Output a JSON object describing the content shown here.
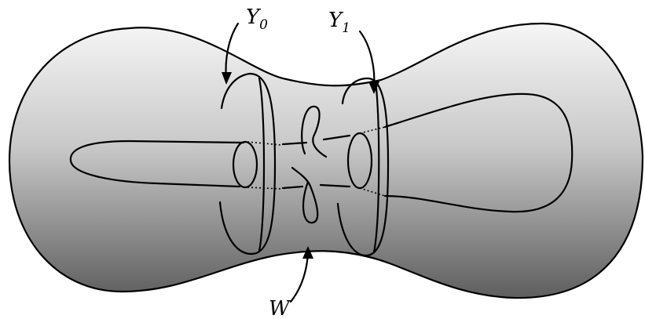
{
  "labels": {
    "y0": {
      "main": "Y",
      "subscript": "0"
    },
    "y1": {
      "main": "Y",
      "subscript": "1"
    },
    "w": {
      "main": "W"
    }
  },
  "colors": {
    "surface_light": "#f4f4f4",
    "surface_dark": "#6a6a6a",
    "line": "#000000"
  }
}
